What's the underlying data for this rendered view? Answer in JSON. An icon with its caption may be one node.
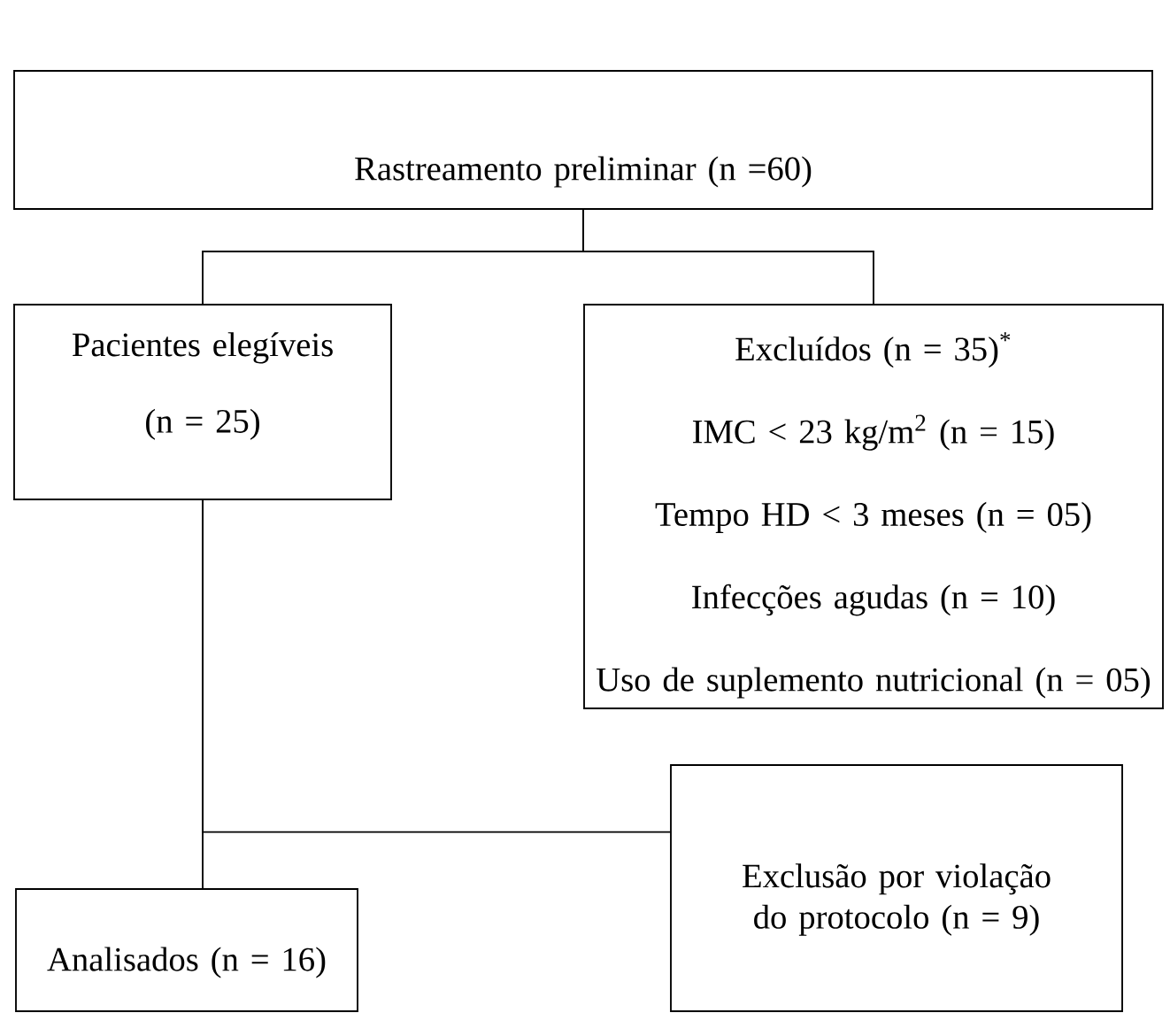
{
  "diagram": {
    "nodes": [
      {
        "text": [
          "Rastreamento preliminar (n =60)"
        ]
      },
      {
        "text": [
          "Pacientes elegíveis",
          "(n = 25)"
        ]
      },
      {
        "text": [
          "Excluídos (n = 35)$^{*}$",
          "IMC < 23 kg/m$^{2}$  (n = 15)",
          "Tempo HD < 3 meses (n = 05)",
          "Infecções agudas (n = 10)",
          "Uso de suplemento nutricional (n = 05)"
        ]
      },
      {
        "text": [
          "Exclusão por violação do protocolo (n = 9)"
        ]
      },
      {
        "text": [
          "Analisados (n = 16)"
        ]
      }
    ],
    "edges": [
      {
        "from": 0,
        "to": 1,
        "arrow": "none"
      },
      {
        "from": 0,
        "to": 2,
        "arrow": "none"
      },
      {
        "from": 1,
        "to": 3,
        "arrow": "none"
      },
      {
        "from": 1,
        "to": 4,
        "arrow": "none"
      }
    ]
  }
}
